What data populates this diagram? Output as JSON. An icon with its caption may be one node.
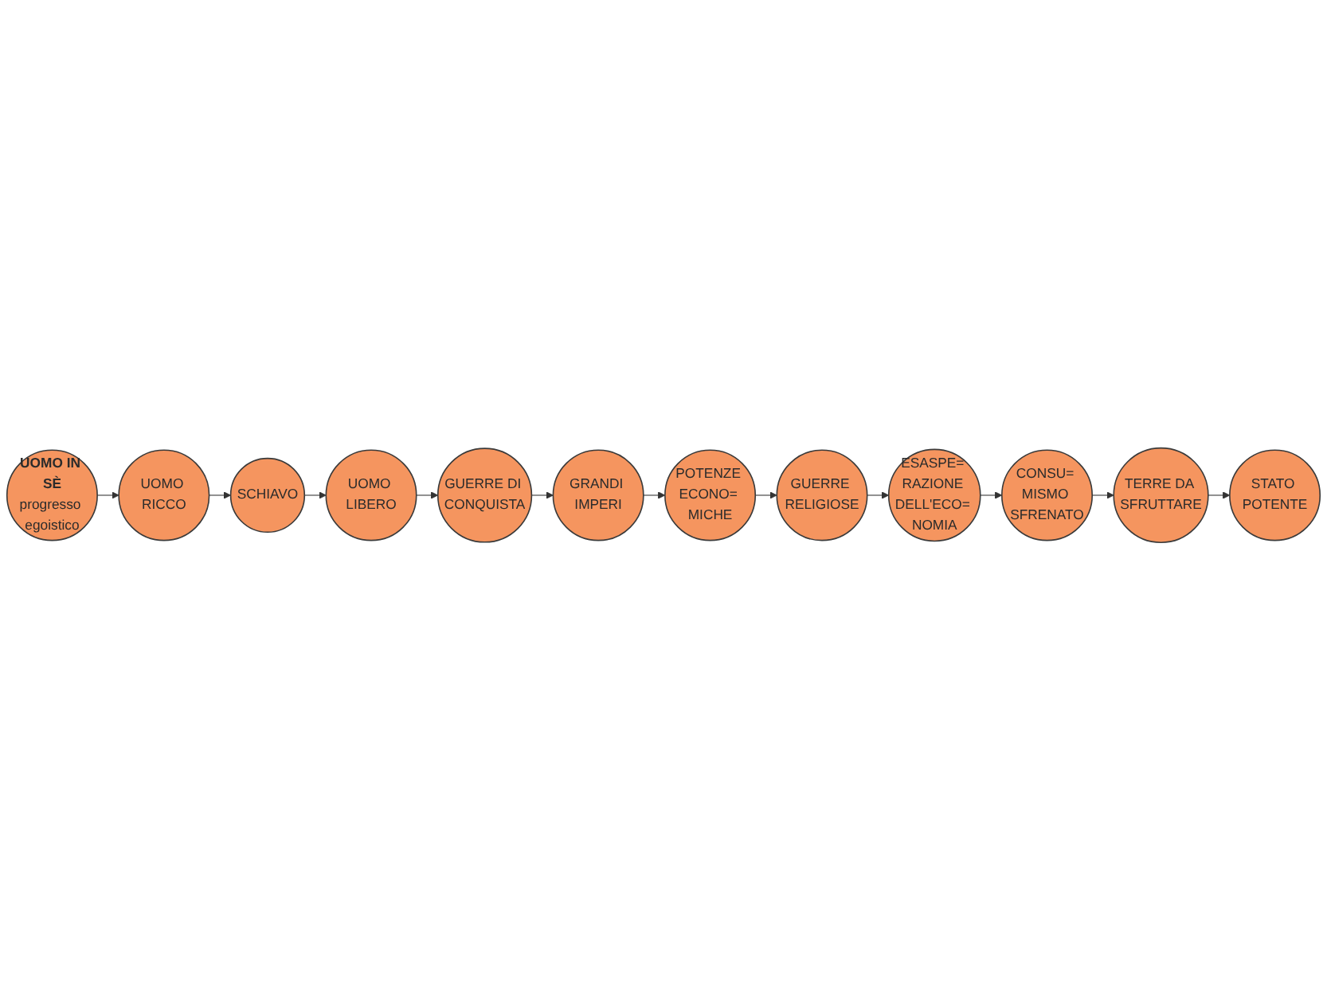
{
  "diagram": {
    "nodes": [
      {
        "text": [
          "UOMO IN SÈ",
          "progresso egoistico"
        ]
      },
      {
        "text": [
          "UOMO RICCO"
        ]
      },
      {
        "text": [
          "SCHIAVO"
        ]
      },
      {
        "text": [
          "UOMO LIBERO"
        ]
      },
      {
        "text": [
          "GUERRE DI CONQUISTA"
        ]
      },
      {
        "text": [
          "GRANDI IMPERI"
        ]
      },
      {
        "text": [
          "POTENZE ECONO= MICHE"
        ]
      },
      {
        "text": [
          "GUERRE RELIGIOSE"
        ]
      },
      {
        "text": [
          "ESASPE= RAZIONE DELL'ECO= NOMIA"
        ]
      },
      {
        "text": [
          "CONSU= MISMO SFRENATO"
        ]
      },
      {
        "text": [
          "TERRE DA SFRUTTARE"
        ]
      },
      {
        "text": [
          "STATO POTENTE"
        ]
      }
    ],
    "edges": [
      {
        "from": 0,
        "to": 1,
        "arrow": "to"
      },
      {
        "from": 1,
        "to": 2,
        "arrow": "to"
      },
      {
        "from": 2,
        "to": 3,
        "arrow": "to"
      },
      {
        "from": 3,
        "to": 4,
        "arrow": "to"
      },
      {
        "from": 4,
        "to": 5,
        "arrow": "to"
      },
      {
        "from": 5,
        "to": 6,
        "arrow": "to"
      },
      {
        "from": 6,
        "to": 7,
        "arrow": "to"
      },
      {
        "from": 7,
        "to": 8,
        "arrow": "to"
      },
      {
        "from": 8,
        "to": 9,
        "arrow": "to"
      },
      {
        "from": 9,
        "to": 10,
        "arrow": "to"
      },
      {
        "from": 10,
        "to": 11,
        "arrow": "to"
      }
    ]
  }
}
